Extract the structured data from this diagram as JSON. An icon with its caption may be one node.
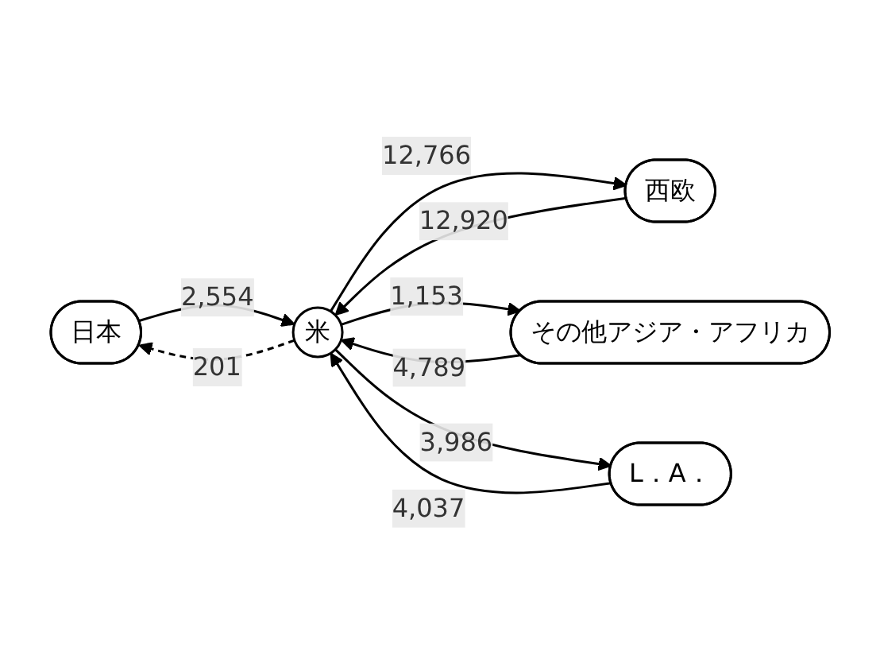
{
  "diagram": {
    "nodes": [
      {
        "text": [
          "日本"
        ]
      },
      {
        "text": [
          "西欧"
        ]
      },
      {
        "text": [
          "米"
        ]
      },
      {
        "text": [
          "その他アジア・アフリカ"
        ]
      },
      {
        "text": [
          "L．A．"
        ]
      }
    ],
    "edges": [
      {
        "from": 0,
        "to": 2,
        "arrow": "to",
        "label": "2,554"
      },
      {
        "from": 2,
        "to": 0,
        "arrow": "to",
        "label": "201",
        "style": "dashed"
      },
      {
        "from": 1,
        "to": 2,
        "arrow": "to",
        "label": "12,920"
      },
      {
        "from": 2,
        "to": 1,
        "arrow": "to",
        "label": "12,766"
      },
      {
        "from": 3,
        "to": 2,
        "arrow": "to",
        "label": "4,789"
      },
      {
        "from": 2,
        "to": 3,
        "arrow": "to",
        "label": "1,153"
      },
      {
        "from": 2,
        "to": 4,
        "arrow": "to",
        "label": "3,986"
      },
      {
        "from": 4,
        "to": 2,
        "arrow": "to",
        "label": "4,037"
      }
    ]
  }
}
